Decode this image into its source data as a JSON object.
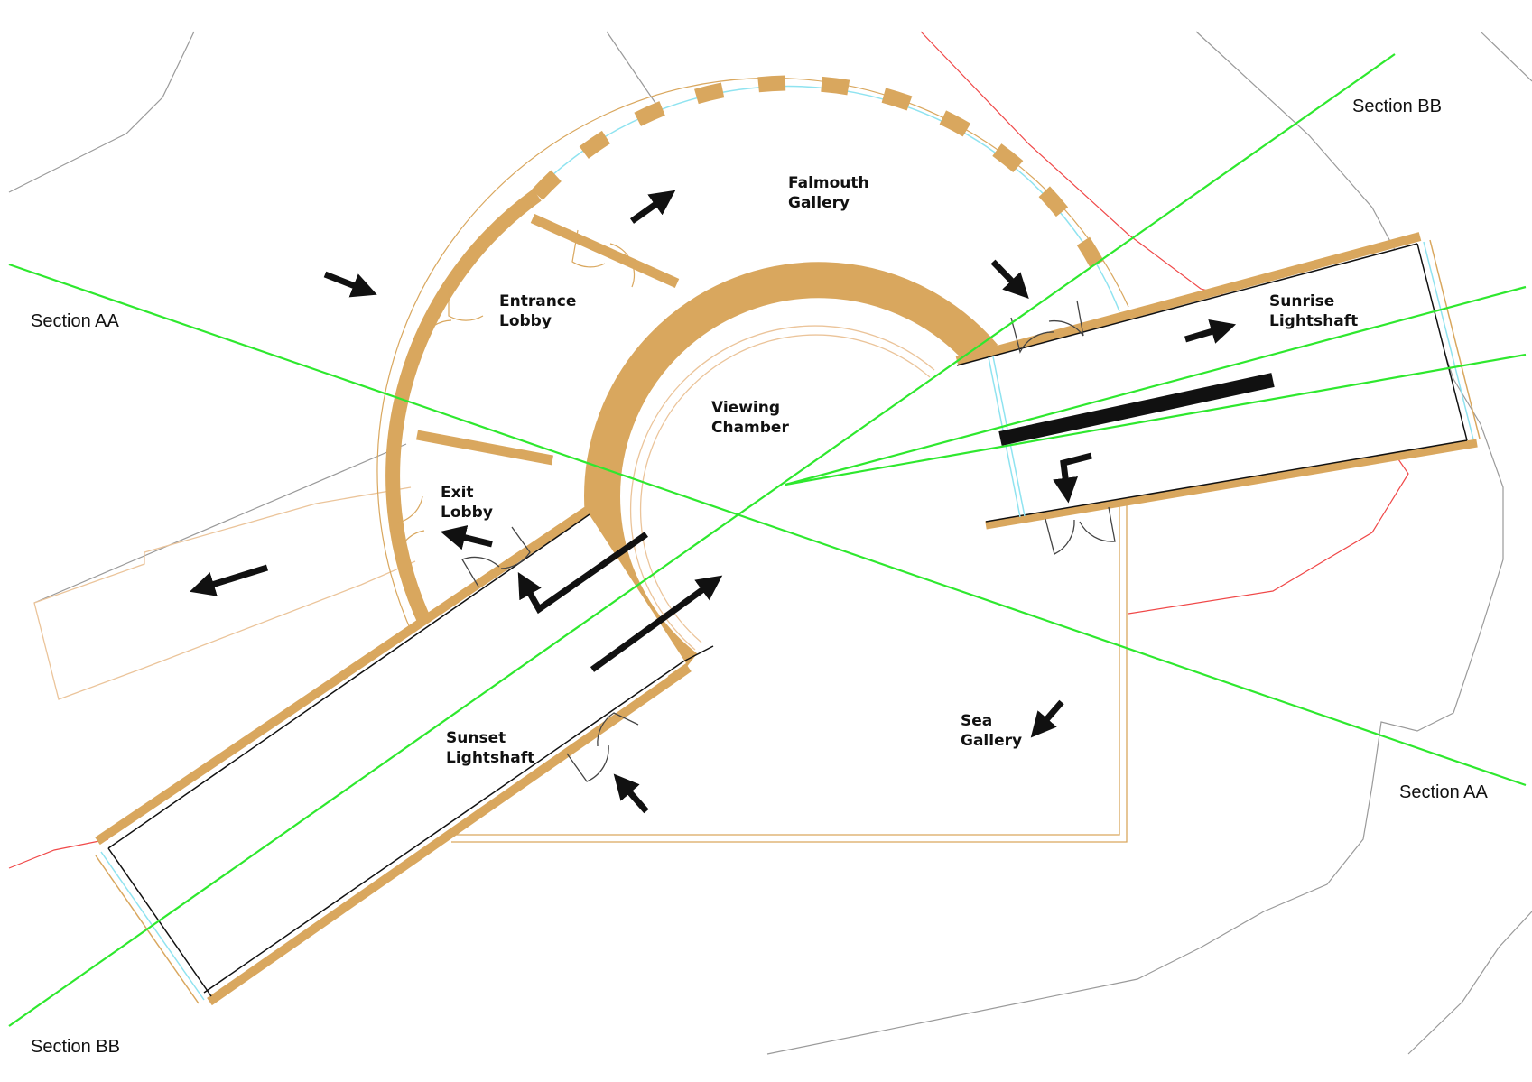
{
  "colors": {
    "wall": "#D9A75E",
    "section_line": "#2EE82E",
    "contour_grey": "#9A9A9A",
    "contour_red": "#F04848",
    "glazing": "#8FE3F0",
    "arrow": "#111111"
  },
  "section_labels": {
    "aa_left": "Section AA",
    "aa_right": "Section AA",
    "bb_top": "Section BB",
    "bb_bottom": "Section BB"
  },
  "rooms": {
    "falmouth_gallery": [
      "Falmouth",
      "Gallery"
    ],
    "entrance_lobby": [
      "Entrance",
      "Lobby"
    ],
    "viewing_chamber": [
      "Viewing",
      "Chamber"
    ],
    "exit_lobby": [
      "Exit",
      "Lobby"
    ],
    "sunrise_lightshaft": [
      "Sunrise",
      "Lightshaft"
    ],
    "sunset_lightshaft": [
      "Sunset",
      "Lightshaft"
    ],
    "sea_gallery": [
      "Sea",
      "Gallery"
    ]
  }
}
